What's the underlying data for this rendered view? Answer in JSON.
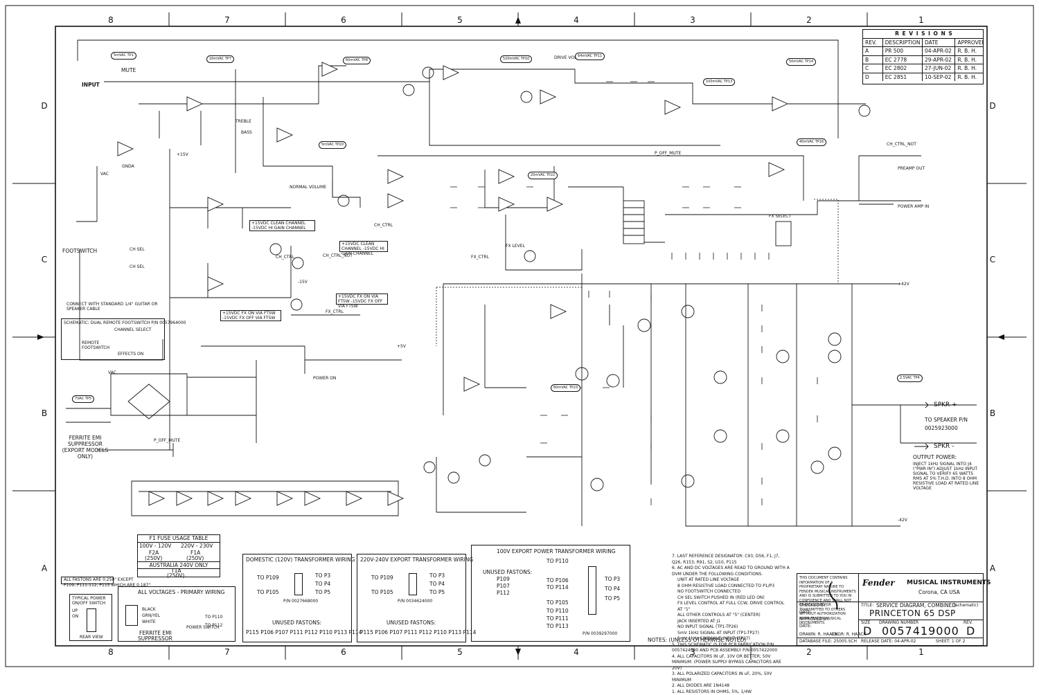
{
  "border": {
    "columns": [
      "8",
      "7",
      "6",
      "5",
      "4",
      "3",
      "2",
      "1"
    ],
    "rows": [
      "D",
      "C",
      "B",
      "A"
    ]
  },
  "revisions": {
    "title": "R E V I S I O N S",
    "headers": [
      "REV.",
      "DESCRIPTION",
      "DATE",
      "APPROVED"
    ],
    "rows": [
      [
        "A",
        "PR 500",
        "04-APR-02",
        "R. B. H."
      ],
      [
        "B",
        "EC 2778",
        "29-APR-02",
        "R. B. H."
      ],
      [
        "C",
        "EC 2802",
        "27-JUN-02",
        "R. B. H."
      ],
      [
        "D",
        "EC 2851",
        "10-SEP-02",
        "R. B. H."
      ]
    ]
  },
  "title_block": {
    "confidential": "THIS DOCUMENT CONTAINS INFORMATION OF A PROPRIETARY NATURE TO FENDER MUSICAL INSTRUMENTS AND IS SUBMITTED TO YOU IN CONFIDENCE AND SHALL NOT BE DISCLOSED OR TRANSMITTED TO OTHERS WITHOUT AUTHORIZATION FROM FENDER MUSICAL INSTRUMENTS.",
    "logo": "Fender",
    "company": "MUSICAL INSTRUMENTS",
    "location": "Corona, CA USA",
    "checked_by": "CHECKED BY:",
    "approved_by": "APPROVED BY:",
    "date_label": "DATE:",
    "title_label": "TITLE:",
    "title_text": "SERVICE DIAGRAM, COMBINED",
    "title_sub": "(schematic)",
    "model": "PRINCETON 65 DSP",
    "size_label": "SIZE",
    "size": "D",
    "drawing_label": "DRAWING NUMBER",
    "drawing_number": "0057419000",
    "rev_label": "REV.",
    "rev": "D",
    "drawn": "DRAWN: R. HAACK",
    "engr": "ENGR: R. HAACK",
    "database": "DATABASE FILE: 25005.SCH",
    "release": "RELEASE DATE: 04-APR-02",
    "sheet": "SHEET: 1 OF 2"
  },
  "notes": {
    "heading": "NOTES: (UNLESS OTHERWISE NOTED)",
    "items": [
      "7. LAST REFERENCE DESIGNATOR: C93, D56, F1, J7, Q26, R153, R91, S2, U10, P115",
      "6. AC AND DC VOLTAGES ARE READ TO GROUND WITH A DVM UNDER THE FOLLOWING CONDITIONS.",
      "UNIT AT RATED LINE VOLTAGE",
      "8 OHM RESISTIVE LOAD CONNECTED TO P1/P3",
      "NO FOOTSWITCH CONNECTED",
      "CH SEL SWITCH PUSHED IN (RED LED ON)",
      "FX LEVEL CONTROL AT FULL CCW, DRIVE CONTROL AT \"1\"",
      "ALL OTHER CONTROLS AT \"5\" (CENTER)",
      "JACK INSERTED AT J1",
      "NO INPUT SIGNAL (TP1-TP26)",
      "5mV 1kHz SIGNAL AT INPUT (TP1-TP27)",
      "5mV 1kHz SINEWAVE INPUT (TP27)",
      "5. THIS SCHEMATIC IS FOR PCB FABRICATION P/N 0057424000 AND PCB ASSEMBLY P/N 0057422000",
      "4. ALL CAPACITORS IN uF, 10V OR BETTER; 50V MINIMUM. (POWER SUPPLY BYPASS CAPACITORS ARE 20V)",
      "3. ALL POLARIZED CAPACITORS IN uF, 20%, 50V MINIMUM",
      "2. ALL DIODES ARE 1N4148",
      "1. ALL RESISTORS IN OHMS, 5%, 1/4W"
    ]
  },
  "fuse_table": {
    "title": "F1 FUSE USAGE TABLE",
    "col1": "100V - 120V",
    "col2": "220V - 230V",
    "f1": "F2A",
    "f1v": "(250V)",
    "f2": "F1A",
    "f2v": "(250V)",
    "aus": "AUSTRALIA 240V ONLY",
    "aus_f": "T1A",
    "aus_v": "(250V)"
  },
  "primary": {
    "title": "ALL VOLTAGES - PRIMARY WIRING",
    "ferrite": "FERRITE EMI",
    "suppressor": "SUPPRESSOR",
    "black": "BLACK",
    "grn_yel": "GRN/YEL",
    "white": "WHITE",
    "to_p110": "TO P110",
    "to_p112": "TO P112",
    "power_switch": "POWER SWITCH"
  },
  "power_switch": {
    "title1": "TYPICAL POWER",
    "title2": "ON/OFF SWITCH",
    "up": "UP",
    "on": "ON",
    "rear": "REAR VIEW"
  },
  "fastons": {
    "text1": "ALL FASTONS ARE 0.250\" EXCEPT",
    "text2": "P109, P111-112, P115 WHICH ARE 0.187\""
  },
  "domestic": {
    "title": "DOMESTIC (120V) TRANSFORMER WIRING",
    "to_p109": "TO P109",
    "to_p105": "TO P105",
    "to_p3": "TO P3",
    "to_p4": "TO P4",
    "to_p5": "TO P5",
    "pn": "P/N 0027668000",
    "unused": "UNUSED FASTONS:",
    "list": "P115 P106 P107 P111 P112 P110 P113 P114"
  },
  "export": {
    "title": "220V-240V EXPORT TRANSFORMER WIRING",
    "to_p109": "TO P109",
    "to_p105": "TO P105",
    "to_p3": "TO P3",
    "to_p4": "TO P4",
    "to_p5": "TO P5",
    "pn": "P/N 0034624000",
    "unused": "UNUSED FASTONS:",
    "list": "P115 P106 P107 P111 P112 P110 P113 P114"
  },
  "export100": {
    "title": "100V EXPORT POWER TRANSFORMER WIRING",
    "unused": "UNUSED FASTONS:",
    "list": [
      "P109",
      "P107",
      "P112"
    ],
    "taps": [
      "TO P110",
      "TO P106",
      "TO P114",
      "TO P105",
      "TO P110",
      "TO P111",
      "TO P113"
    ],
    "outs": [
      "TO P3",
      "TO P4",
      "TO P5"
    ],
    "pn": "P/N 0039297000"
  },
  "labels": {
    "input": "INPUT",
    "mute": "MUTE",
    "footswitch": "FOOTSWITCH",
    "connect": "CONNECT WITH STANDARD 1/4\" GUITAR OR SPEAKER CABLE",
    "dual_fs": "SCHEMATIC: DUAL REMOTE FOOTSWITCH P/N 0057964000",
    "channel_select": "CHANNEL SELECT",
    "effects_on": "EFFECTS ON",
    "remote_fs": "REMOTE FOOTSWITCH",
    "ferrite_emi": "FERRITE EMI SUPPRESSOR (EXPORT MODELS ONLY)",
    "normal_volume": "NORMAL VOLUME",
    "treble": "TREBLE",
    "bass": "BASS",
    "drive_vol": "DRIVE VOL",
    "preamp_out": "PREAMP OUT",
    "power_amp_in": "POWER AMP IN",
    "fx_select": "FX SELECT",
    "fx_level": "FX LEVEL",
    "spkr_plus": "SPKR +",
    "spkr_minus": "SPKR -",
    "to_speaker": "TO SPEAKER P/N",
    "speaker_pn": "0025923000",
    "output_power": "OUTPUT POWER:",
    "output_note": "INJECT 1kHz SIGNAL INTO J4 (\"PWR IN\") ADJUST 1kHz INPUT SIGNAL TO VERIFY 65 WATTS RMS AT 5% T.H.D. INTO 8 OHM RESISTIVE LOAD AT RATED LINE VOLTAGE",
    "ch_clean": "+15VDC CLEAN CHANNEL -15VDC HI GAIN CHANNEL",
    "fx_on": "+15VDC FX ON VIA FTSW -15VDC FX OFF VIA FTSW",
    "power_on": "POWER ON",
    "p_off_mute": "P_OFF_MUTE",
    "ch_ctrl": "CH_CTRL",
    "ch_ctrl_not": "CH_CTRL_NOT",
    "fx_ctrl": "FX_CTRL",
    "ch_sel": "CH SEL",
    "p42v": "+42V",
    "n42v": "-42V",
    "p15v": "+15V",
    "n15v": "-15V",
    "vac": "VAC",
    "p5v": "+5V",
    "gnda": "GNDA"
  },
  "test_points": [
    "5mVAC TP1",
    "16mVAC TP7",
    "60mVAC TP8",
    "520mVAC TP10",
    "64mVAC TP11",
    "50mVAC TP14",
    "100mVAC TP13",
    "5mVAC TP20",
    "40mVAC TP16",
    "20mVAC TP22",
    "60mVAC TP23",
    "2.5VAC TP4",
    "7VAC TP5"
  ]
}
